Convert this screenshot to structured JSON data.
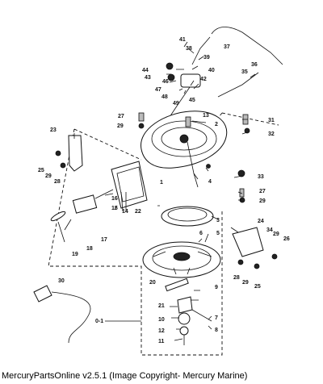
{
  "caption": "MercuryPartsOnline v2.5.1 (Image Copyright- Mercury Marine)",
  "assembly_label": "0-1",
  "callouts": [
    "41",
    "38",
    "37",
    "39",
    "40",
    "36",
    "44",
    "43",
    "46",
    "42",
    "35",
    "47",
    "48",
    "49",
    "45",
    "27",
    "13",
    "31",
    "29",
    "2",
    "32",
    "23",
    "25",
    "29",
    "28",
    "1",
    "33",
    "4",
    "3",
    "27",
    "29",
    "16",
    "15",
    "14",
    "22",
    "24",
    "34",
    "29",
    "26",
    "17",
    "18",
    "6",
    "5",
    "19",
    "9",
    "28",
    "25",
    "29",
    "20",
    "30",
    "21",
    "7",
    "10",
    "8",
    "12",
    "11"
  ]
}
